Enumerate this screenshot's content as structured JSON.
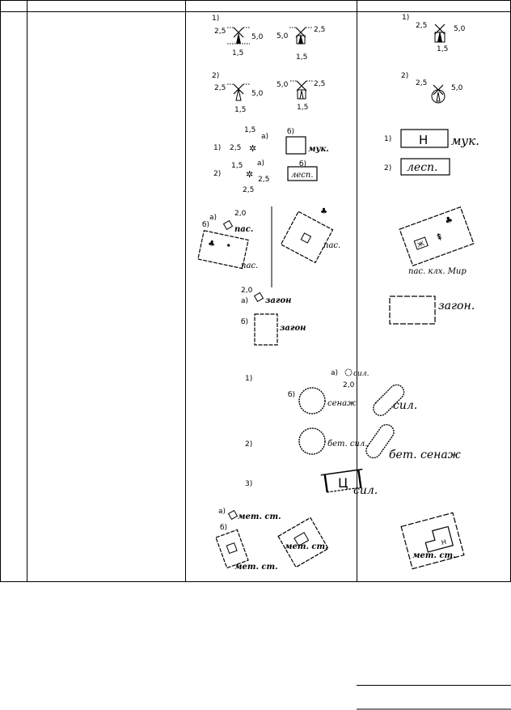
{
  "legend_items": {
    "windmill": {
      "variant_1": "1)",
      "variant_2": "2)",
      "dim_left": "2,5",
      "dim_right": "5,0",
      "dim_bottom": "1,5",
      "dim_left_alt": "5,0",
      "dim_right_alt": "2,5"
    },
    "mill_symbols": {
      "dim_top": "1,5",
      "dim_left": "2,5",
      "dim_right": "2,5",
      "dim_bottom": "2,5",
      "variant_1": "1)",
      "variant_2": "2)",
      "sub_a": "а)",
      "sub_b": "б)",
      "flour": "мук.",
      "timber": "лесп.",
      "letter_n": "Н"
    },
    "pasture": {
      "dim": "2,0",
      "sub_a": "а)",
      "sub_b": "б)",
      "label": "пас.",
      "label_farm": "пас. клх. Мир",
      "fill_glyph": "Ж"
    },
    "pen": {
      "dim": "2,0",
      "sub_a": "а)",
      "sub_b": "б)",
      "label": "загон",
      "label_dot": "загон."
    },
    "silo": {
      "variant_1": "1)",
      "variant_2": "2)",
      "variant_3": "3)",
      "sub_a": "а)",
      "sub_b": "б)",
      "dim": "2,0",
      "small_label": "сил.",
      "haylage": "сенаж",
      "silage": "сил.",
      "concrete_silage": "бет. сил.",
      "concrete_haylage": "бет. сенаж",
      "letter_ts": "Ц"
    },
    "weather_station": {
      "sub_a": "а)",
      "sub_b": "б)",
      "label": "мет. ст.",
      "letter_n": "Н"
    }
  }
}
